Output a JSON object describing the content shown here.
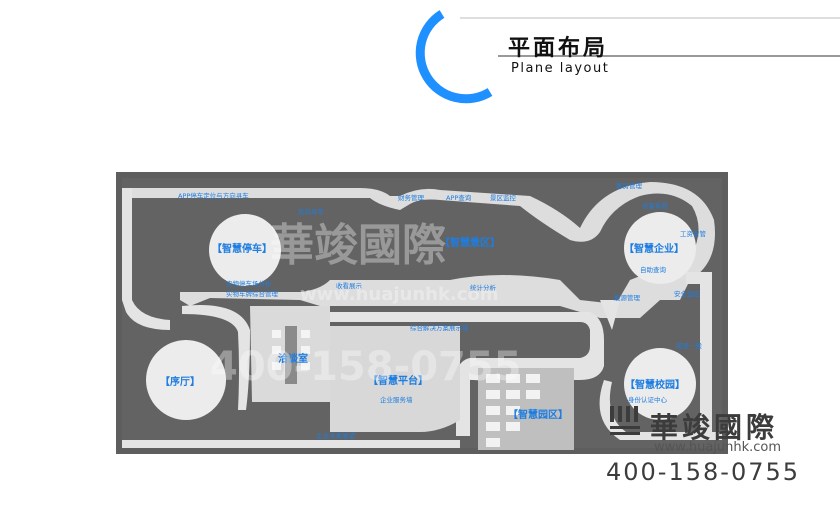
{
  "header": {
    "title_cn": "平面布局",
    "title_en": "Plane layout"
  },
  "colors": {
    "accent": "#1e90ff",
    "floor": "#5b5b5b",
    "walkway": "#e6e6e6",
    "label": "#1e7de0"
  },
  "zones": {
    "parking": "【智慧停车】",
    "enterprise": "【智慧企业】",
    "scenic": "【智慧景区】",
    "lobby": "【序厅】",
    "negotiation": "洽谈室",
    "platform": "【智慧平台】",
    "campus": "【智慧校园】",
    "park": "【智慧园区】"
  },
  "labels": {
    "parking_guidance": "APP停车定位与方向寻车",
    "reverse_search": "反向寻车",
    "parking_analysis": "实物停车场分析",
    "parking_mgmt": "实物车牌综合管理",
    "finance": "财务管理",
    "app_query": "APP查询",
    "scenic_monitor": "景区监控",
    "guest_room": "客房管理",
    "visitor": "访客系统",
    "work_order": "工资智管",
    "smart_office": "自助查询",
    "energy": "能源管理",
    "stat": "统计分析",
    "solution": "综合解决方案展示墙",
    "platform_sub": "企业服务墙",
    "campus_sub": "身份认证中心",
    "enterprise_service": "企业未来展望",
    "watch_display": "收看展示",
    "safety": "安全监控",
    "corridor": "阅览一般"
  },
  "watermark": {
    "brand": "華竣國際",
    "url": "www.huajunhk.com",
    "phone": "400-158-0755"
  }
}
